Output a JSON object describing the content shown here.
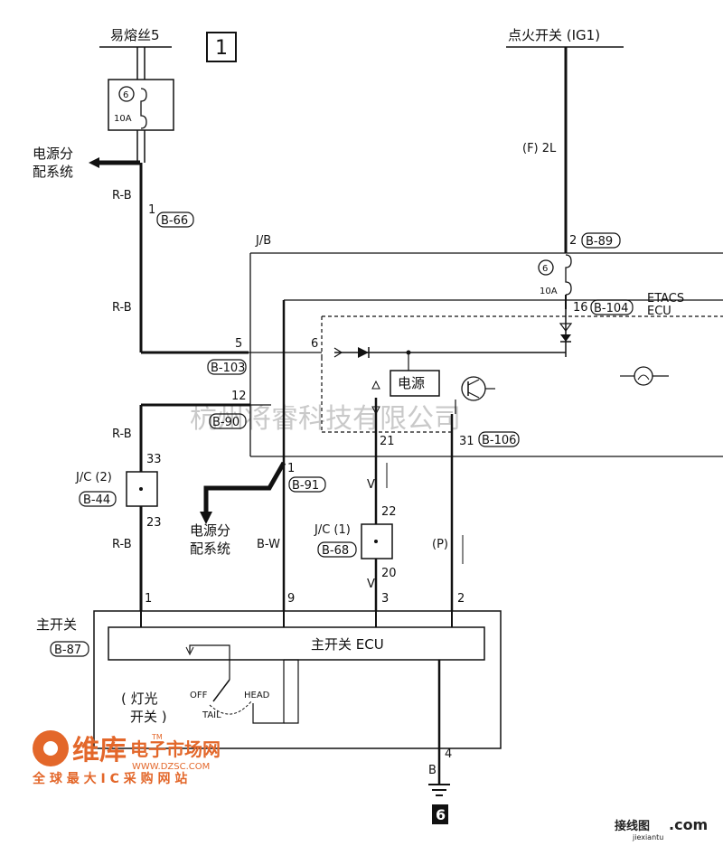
{
  "page_number": "1",
  "fuse_title": "易熔丝5",
  "fuse_top": {
    "number": "6",
    "rating": "10A"
  },
  "power_dist_left": "电源分\n配系统",
  "wire_rb": "R-B",
  "wire_bw": "B-W",
  "wire_v": "V",
  "wire_p": "(P)",
  "wire_b": "B",
  "wire_jb": "J/B",
  "wire_f2l": "(F) 2L",
  "ig_switch": "点火开关 (IG1)",
  "fuse_right": {
    "number": "6",
    "rating": "10A"
  },
  "etacs_ecu": "ETACS\nECU",
  "power_box": "电源",
  "power_dist_bottom": "电源分\n配系统",
  "connectors": {
    "b66": "B-66",
    "b89": "B-89",
    "b104": "B-104",
    "b103": "B-103",
    "b90": "B-90",
    "b106": "B-106",
    "b91": "B-91",
    "b44": "B-44",
    "b68": "B-68",
    "b87": "B-87"
  },
  "pins": {
    "p1_top": "1",
    "p2": "2",
    "p16": "16",
    "p5": "5",
    "p6": "6",
    "p12": "12",
    "p21": "21",
    "p31": "31",
    "p33": "33",
    "p1_b91": "1",
    "p22": "22",
    "p23": "23",
    "p20": "20",
    "sw1": "1",
    "sw9": "9",
    "sw3": "3",
    "sw2": "2",
    "p4": "4"
  },
  "jc2": "J/C (2)",
  "jc1": "J/C (1)",
  "main_switch": "主开关",
  "main_ecu": "主开关 ECU",
  "light_switch": "( 灯光\n开关 )",
  "off": "OFF",
  "head": "HEAD",
  "tail": "TAIL",
  "ground_num": "6",
  "watermark": "杭州将睿科技有限公司",
  "logo": {
    "name": "维库",
    "sub": "电子市场网",
    "url": "WWW.DZSC.COM",
    "slogan": "全 球 最 大 I C 采 购 网 站",
    "tm": "TM"
  },
  "corner": {
    "text": "接线图",
    "dot": ".com",
    "url": "jiexiantu"
  }
}
